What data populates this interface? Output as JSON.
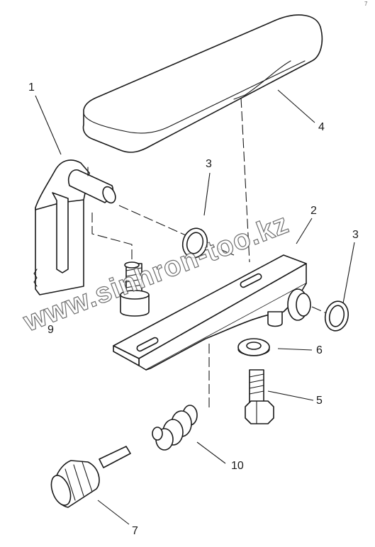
{
  "corner_mark": "7",
  "callouts": {
    "c1": "1",
    "c2": "2",
    "c3a": "3",
    "c3b": "3",
    "c4": "4",
    "c5": "5",
    "c6": "6",
    "c7": "7",
    "c9": "9",
    "c10": "10"
  },
  "watermark": "www.sinhron-too.kz",
  "colors": {
    "ink": "#1a1a1a",
    "background": "#ffffff",
    "watermark_outline": "#555555"
  }
}
